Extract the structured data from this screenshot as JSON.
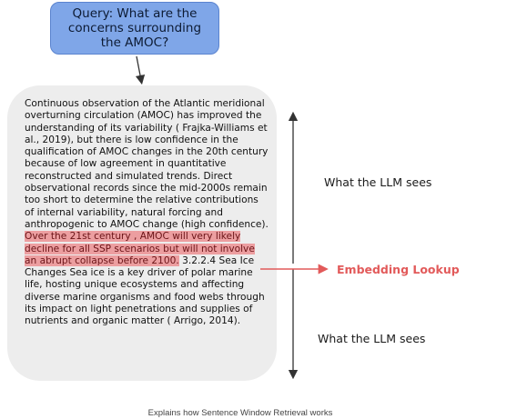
{
  "query": {
    "text": "Query: What are the concerns surrounding the AMOC?"
  },
  "document": {
    "text_before": "Continuous observation of the Atlantic meridional overturning circulation (AMOC) has improved the understanding of its variability ( Frajka-Williams et al., 2019), but there is low confidence in the qualification of AMOC changes in the 20th century because of low agreement in quantitative reconstructed and simulated trends. Direct observational records since the mid-2000s remain too short to determine the relative contributions of internal variability, natural forcing and anthropogenic to AMOC change (high confidence).",
    "highlighted": "Over the 21st century , AMOC will very likely decline for all SSP scenarios but will not involve an abrupt collapse before 2100.",
    "text_after": "3.2.2.4 Sea Ice Changes Sea ice is a key driver of polar marine life, hosting unique ecosystems and affecting diverse marine organisms and food webs through its impact on light penetrations and supplies of nutrients and organic matter ( Arrigo, 2014)."
  },
  "labels": {
    "llm_sees_top": "What the LLM sees",
    "embedding_lookup": "Embedding Lookup",
    "llm_sees_bottom": "What the LLM sees"
  },
  "caption": "Explains how Sentence Window Retrieval works",
  "colors": {
    "query_fill": "#7fa6e8",
    "document_fill": "#ededed",
    "highlight": "#ec9ea0",
    "embedding_accent": "#e25a5a"
  }
}
